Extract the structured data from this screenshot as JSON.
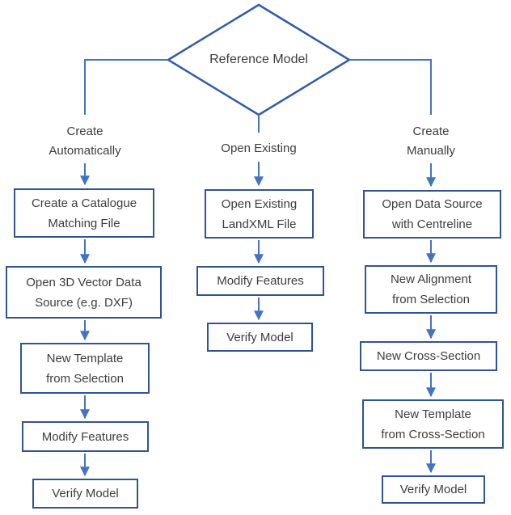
{
  "diagram": {
    "decision": {
      "label": "Reference Model"
    },
    "branches": [
      {
        "label": "Create Automatically",
        "label_lines": [
          "Create",
          "Automatically"
        ],
        "steps": [
          {
            "lines": [
              "Create a Catalogue",
              "Matching File"
            ]
          },
          {
            "lines": [
              "Open 3D Vector Data",
              "Source (e.g. DXF)"
            ]
          },
          {
            "lines": [
              "New Template",
              "from Selection"
            ]
          },
          {
            "lines": [
              "Modify Features"
            ]
          },
          {
            "lines": [
              "Verify Model"
            ]
          }
        ]
      },
      {
        "label": "Open Existing",
        "steps": [
          {
            "lines": [
              "Open Existing",
              "LandXML File"
            ]
          },
          {
            "lines": [
              "Modify Features"
            ]
          },
          {
            "lines": [
              "Verify Model"
            ]
          }
        ]
      },
      {
        "label": "Create Manually",
        "label_lines": [
          "Create",
          "Manually"
        ],
        "steps": [
          {
            "lines": [
              "Open Data Source",
              "with Centreline"
            ]
          },
          {
            "lines": [
              "New Alignment",
              "from Selection"
            ]
          },
          {
            "lines": [
              "New Cross-Section"
            ]
          },
          {
            "lines": [
              "New Template",
              "from Cross-Section"
            ]
          },
          {
            "lines": [
              "Verify Model"
            ]
          }
        ]
      }
    ],
    "colors": {
      "diamond_border": "#305CA8",
      "box_border": "#2F5496",
      "connector": "#4472C4",
      "text": "#3D3D3D"
    }
  }
}
